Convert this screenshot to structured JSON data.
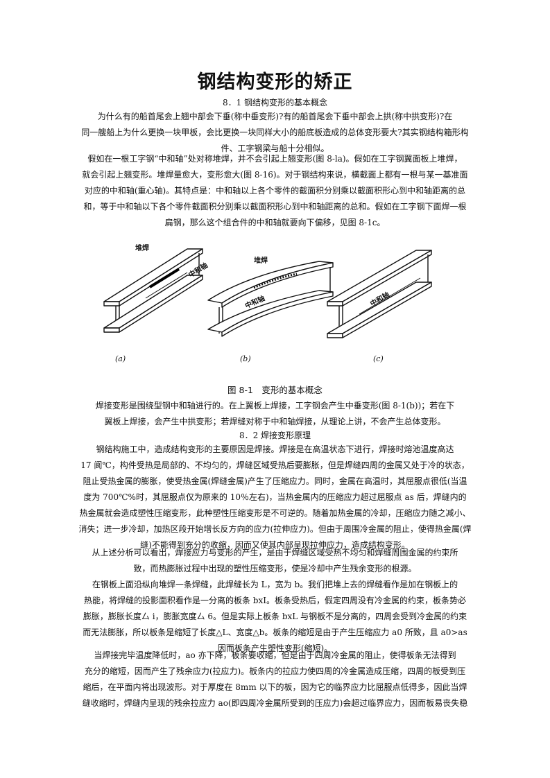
{
  "title": "钢结构变形的矫正",
  "section1": {
    "heading": "8．1 钢结构变形的基本概念",
    "para1": [
      "为什么有的船首尾会上翘中部会下垂(称中垂变形)?有的船首尾会下垂中部会上拱(称中拱变形)?在",
      "同一艘船上为什么更换一块甲板，会比更换一块同样大小的船底板造成的总体变形要大?其实钢结构箱形构",
      "件、工字钢梁与船十分相似。"
    ],
    "para2": [
      "假如在一根工字钢“中和轴”处对称堆焊，并不会引起上翘变形(图 8-la)。假如在工字钢翼面板上堆焊，",
      "就会引起上翘变形。堆焊量愈大，变形愈大(图 8-16)。对于钢结构来说，横截面上都有一根与某一基准面",
      "对应的中和轴(重心轴)。其特点是：中和轴以上各个零件的截面积分别乘以截面积形心到中和轴距离的总",
      "和，等于中和轴以下各个零件截面积分别乘以截面积形心到中和轴距离的总和。假如在工字钢下面焊一根",
      "扁钢，那么这个组合件的中和轴就要向下偏移，见图 8-1c。"
    ]
  },
  "figure": {
    "label_weld_a": "堆焊",
    "label_axis_a": "中和轴",
    "label_weld_b": "堆焊",
    "label_axis_b": "中和轴",
    "label_axis_c": "中和轴",
    "sub_a": "(a)",
    "sub_b": "(b)",
    "sub_c": "(c)",
    "caption": "图 8-1　变形的基本概念"
  },
  "para3": [
    "焊接变形是围绕型钢中和轴进行的。在上翼板上焊接，工字钢会产生中垂变形(图 8-1(b))；若在下",
    "翼板上焊接，会产生中拱变形；若焊缝对称于中和轴焊接，从理论上讲，不会产生总体变形。"
  ],
  "section2": {
    "heading": "8．2 焊接变形原理",
    "para1": [
      "钢结构施工中，造成结构变形的主要原因是焊接。焊接是在高温状态下进行，焊接时熔池温度高达",
      "17 阆℃，构件受热是局部的、不均匀的，焊缝区域受热后要膨胀，但是焊缝四周的金属又处于冷的状态，",
      "阻止受热金属的膨胀，使受热金属(焊缝金属)产生了压缩应力。同时，金属在高温时，其屈服点很低(当温",
      "度为 700℃%时，其屈服点仅为原来的 10％左右)，当热金属内的压缩应力超过屈服点 as 后，焊缝内的",
      "热金属就会造成塑性压缩变形，此种塑性压缩变形是不可逆的。随着加热金属的冷却，压缩应力随之减小、",
      "消失；进一步冷却，加热区段开始增长反方向的应力(拉伸应力)。但由于周围冷金属的阻止，使得热金属(焊",
      "缝)不能得到充分的收缩，因而又使其内部呈现拉伸应力，造成结构变形。"
    ],
    "para2": [
      "从上述分析可以看出，焊接应力与变形的产生，是由于焊缝区域受热不均匀和焊缝周围金属的约束所",
      "致，而热膨胀过程中出现的塑性压缩变形，使是冷却中产生残余变形的根源。"
    ],
    "para3": [
      "在钢板上面沿纵向堆焊一条焊缝，此焊缝长为 L，宽为 b。我们把堆上去的焊缝看作是加在钢板上的",
      "热能，将焊缝的投影面积看作是一分离的板条 bxI。板条受热后，假定四周没有冷金属的约束，板条势必",
      "膨胀，膨胀长度厶 i，膨胀宽度厶 6。但是实际上板条 bxL 与钢板不是分离的，四周会受到冷金属的约束",
      "而无法膨胀，所以板条是缩短了长度△L、宽度△b。板条的缩短是由于产生压缩应力 a0 所致，且 a0>as",
      "因而板条产生塑性变形(缩短)。"
    ],
    "para4": [
      "当焊接完毕温度降低时，ao 亦下降，板条要收缩，但是由于四周冷金属的阻止，使得板条无法得到",
      "充分的缩短，因而产生了残余应力(拉应力)。板条内的拉应力使四周的冷金属造成压缩，四周的板受到压",
      "缩后，在平面内将出现波形。对于厚度在 8mm 以下的板，因为它的临界应力比屈服点低得多，因此当焊",
      "缝收缩时，焊缝内呈现的残余拉应力 ao(即四周冷金属所受到的压应力)会超过临界应力，因而板易丧失稳"
    ]
  }
}
